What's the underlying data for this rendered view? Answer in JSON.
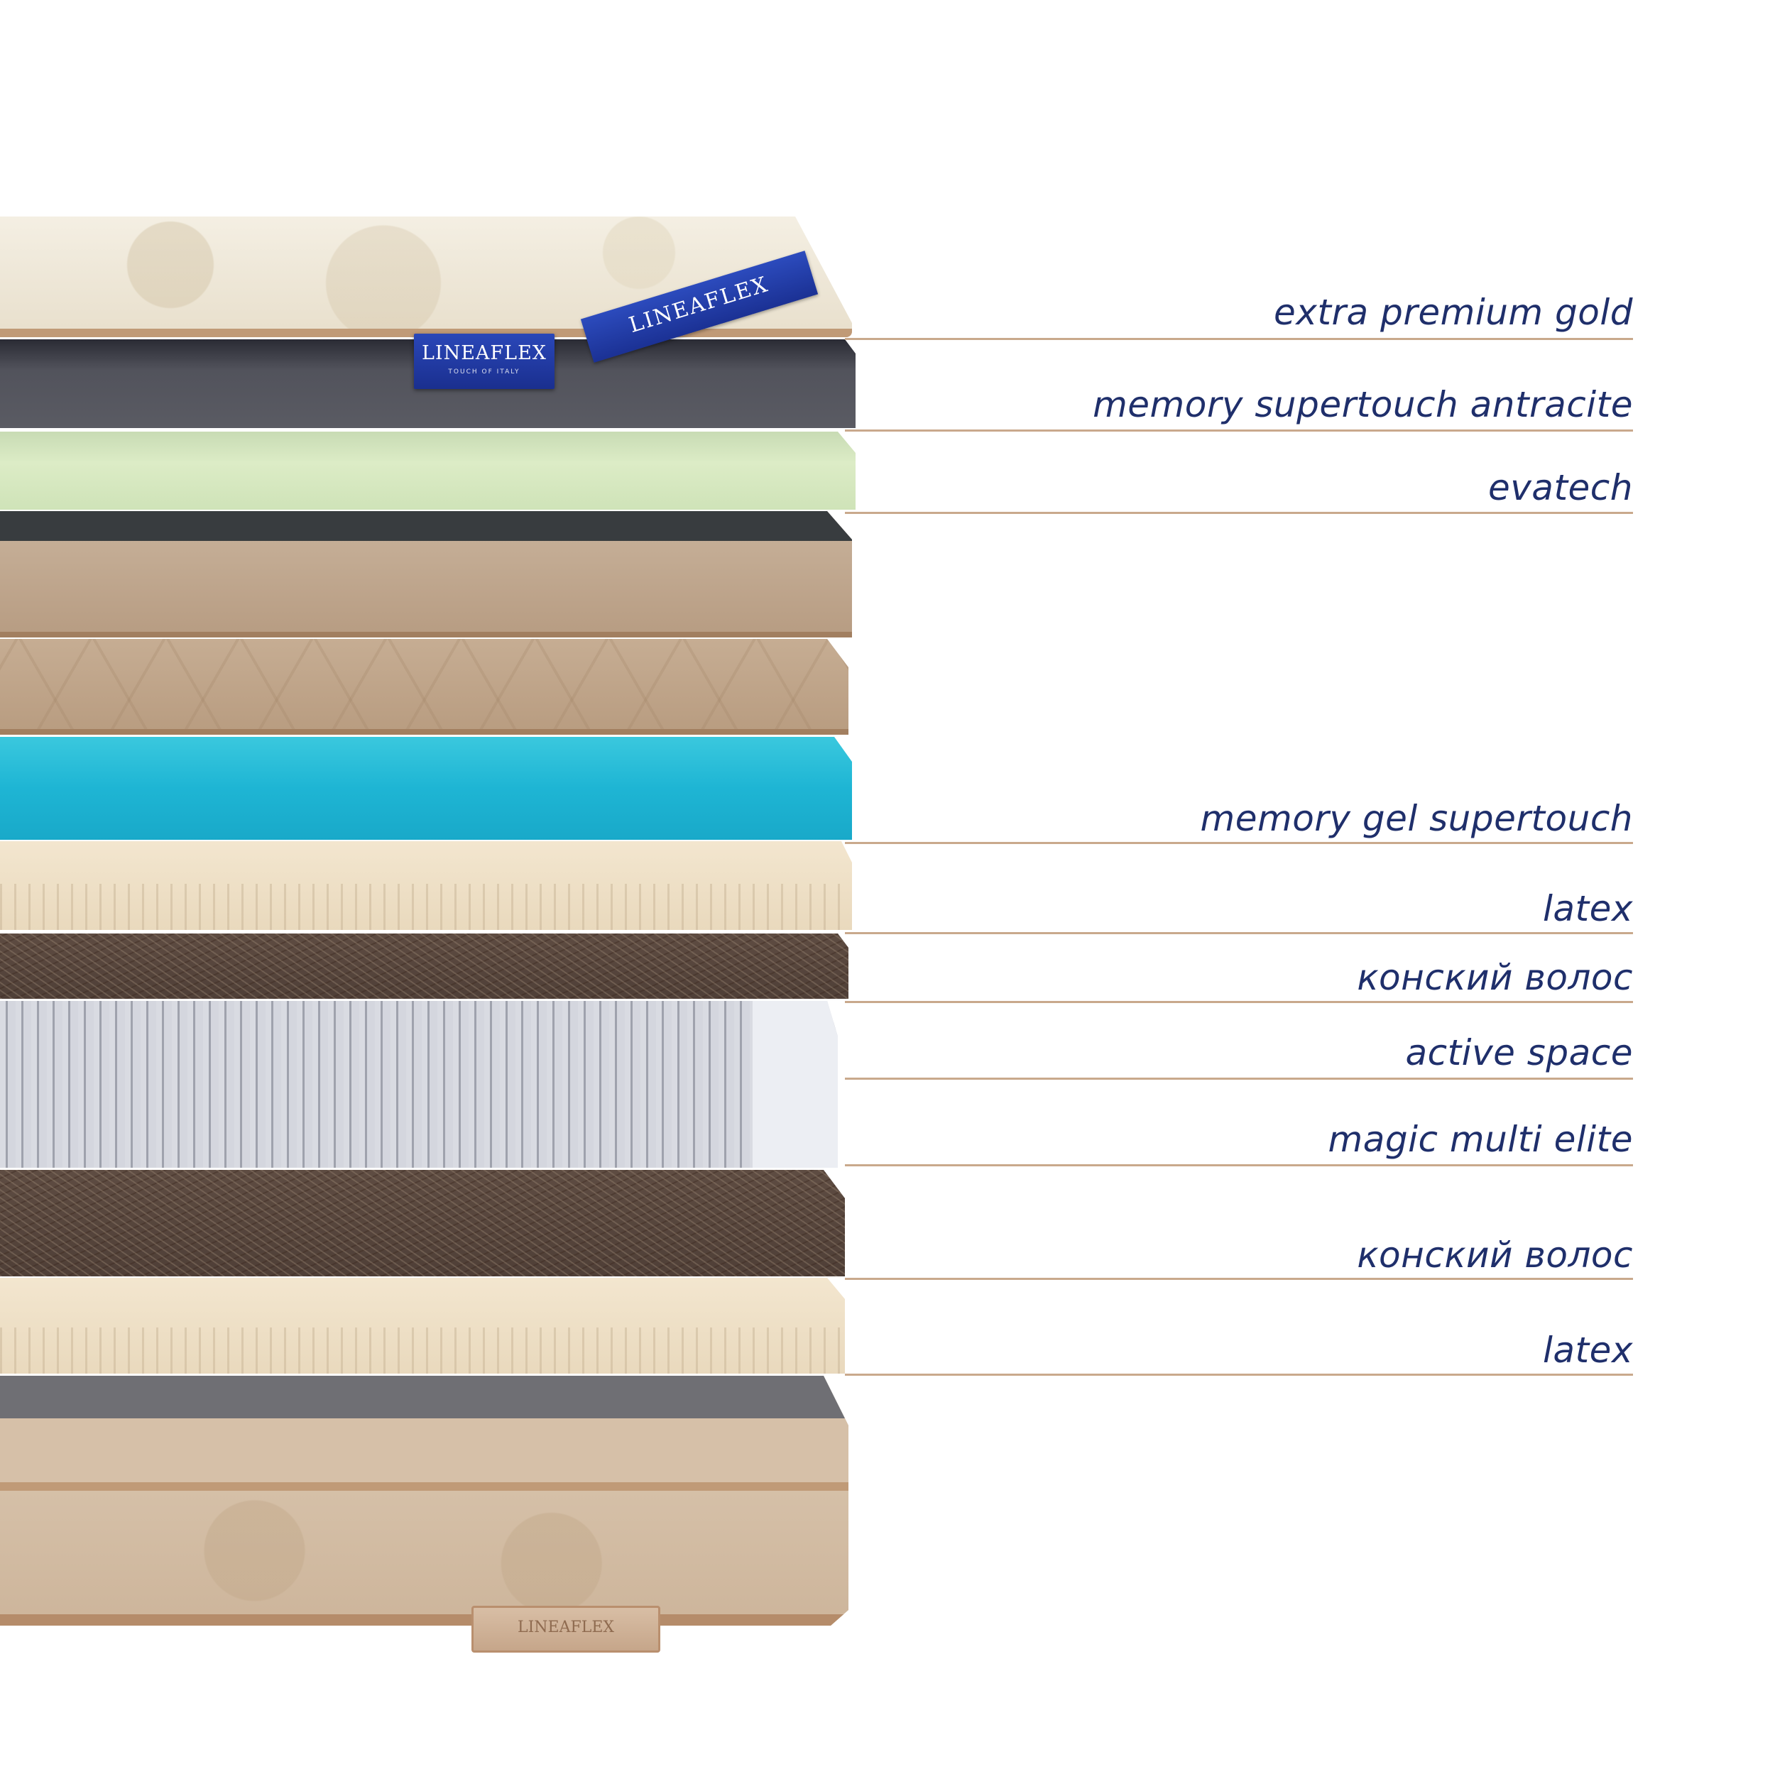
{
  "colors": {
    "label_text": "#1f2f6b",
    "label_line": "#c9a98c",
    "brand_blue": "#233fa8"
  },
  "brand": {
    "name": "LINEAFLEX",
    "tagline": "TOUCH OF ITALY"
  },
  "labels": [
    {
      "text": "extra premium gold"
    },
    {
      "text": "memory supertouch antracite"
    },
    {
      "text": "evatech"
    },
    {
      "text": "memory gel supertouch"
    },
    {
      "text": "latex"
    },
    {
      "text": "конский волос"
    },
    {
      "text": "active space"
    },
    {
      "text": "magic multi elite"
    },
    {
      "text": "конский волос"
    },
    {
      "text": "latex"
    }
  ]
}
